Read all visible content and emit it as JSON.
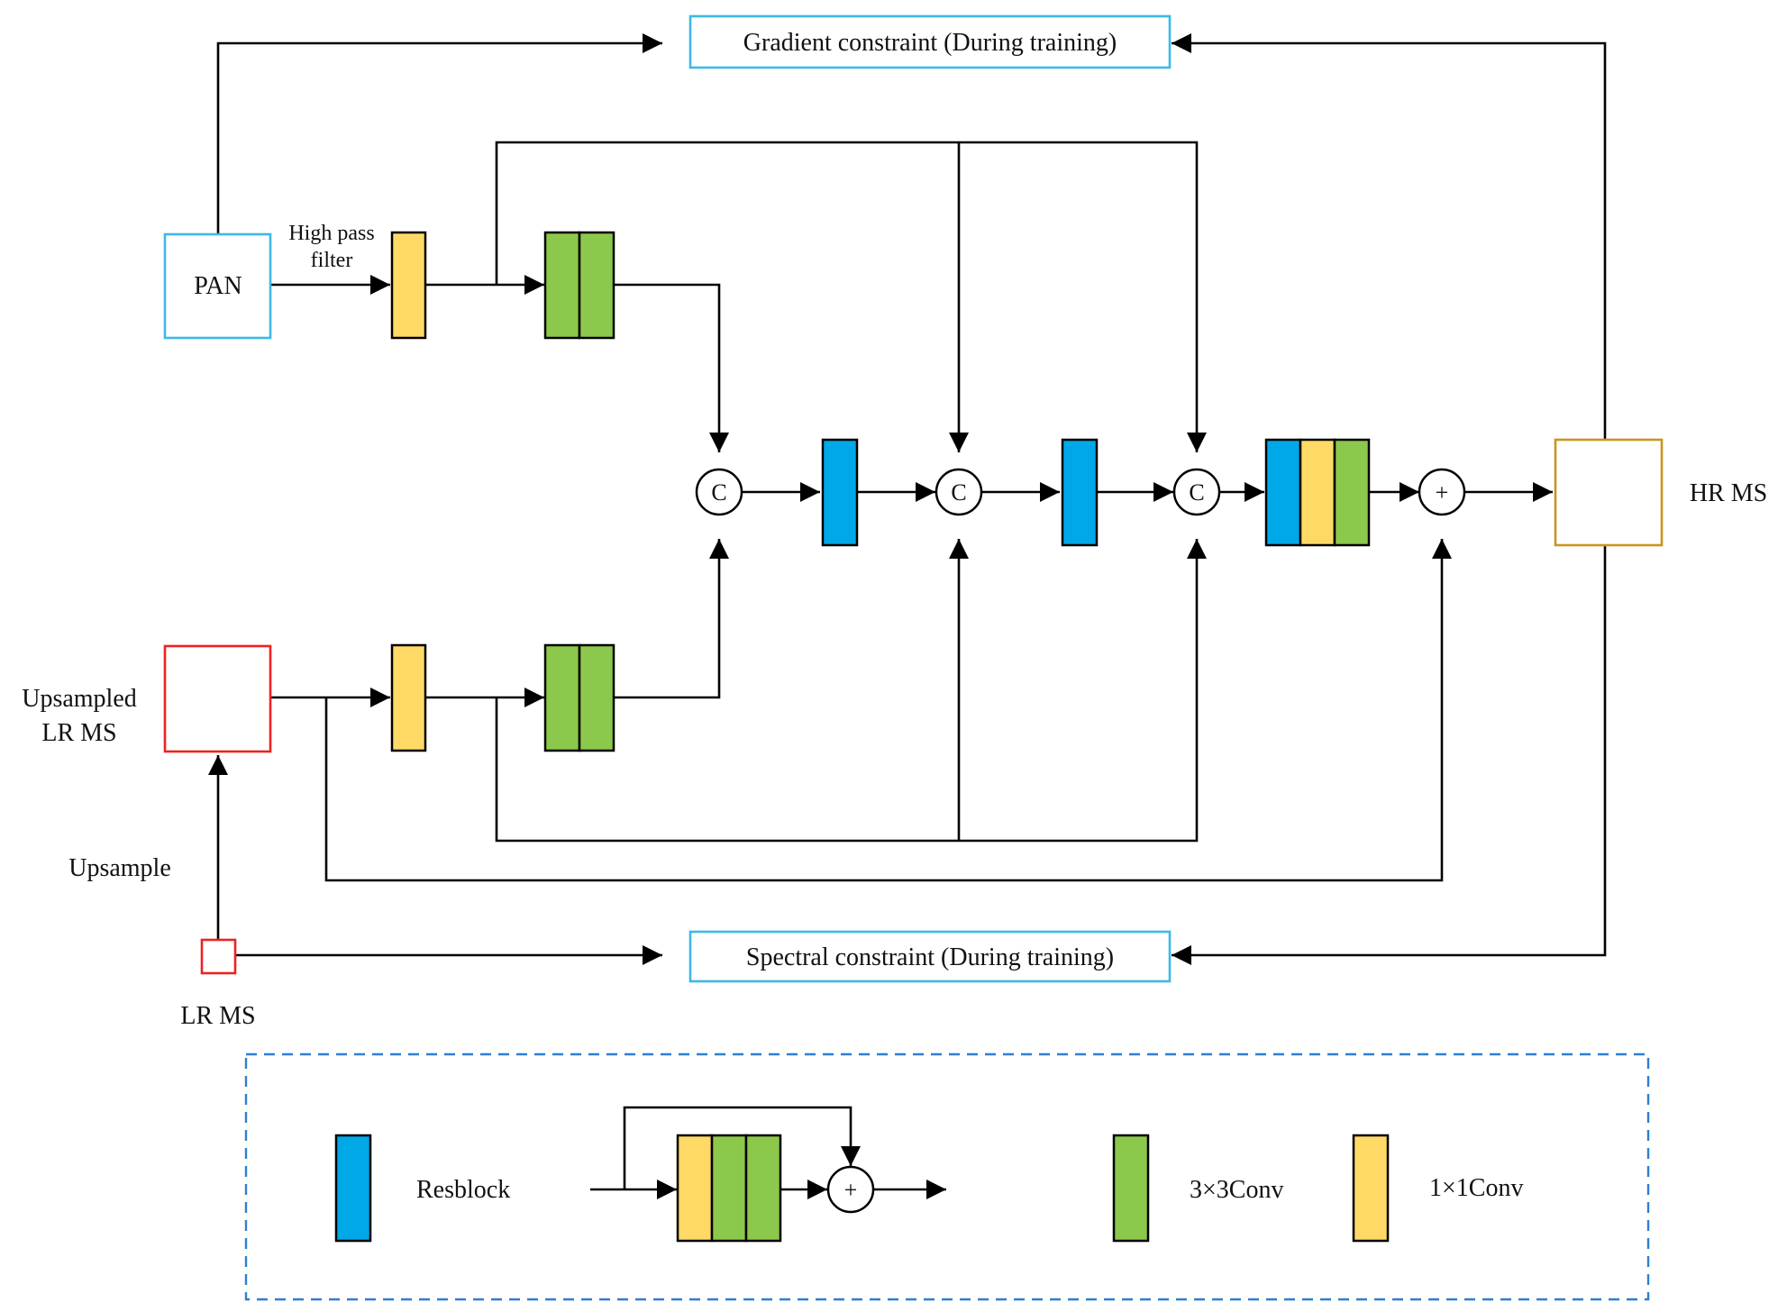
{
  "labels": {
    "gradient_constraint": "Gradient constraint (During training)",
    "spectral_constraint": "Spectral constraint (During training)",
    "pan": "PAN",
    "high_pass_line1": "High pass",
    "high_pass_line2": "filter",
    "upsampled_line1": "Upsampled",
    "upsampled_line2": "LR MS",
    "upsample": "Upsample",
    "lr_ms": "LR MS",
    "hr_ms": "HR MS",
    "concat_symbol": "C",
    "add_symbol": "+"
  },
  "legend": {
    "resblock": "Resblock",
    "conv3": "3×3Conv",
    "conv1": "1×1Conv"
  },
  "colors": {
    "conv3": "#8cc84b",
    "conv1": "#ffd966",
    "resblock": "#00a8e8",
    "pan_border": "#3db8e8",
    "constraint_border": "#3db8e8",
    "lrms_border": "#ee2222",
    "hrms_border": "#c8961e",
    "legend_border": "#2e7fd1"
  }
}
